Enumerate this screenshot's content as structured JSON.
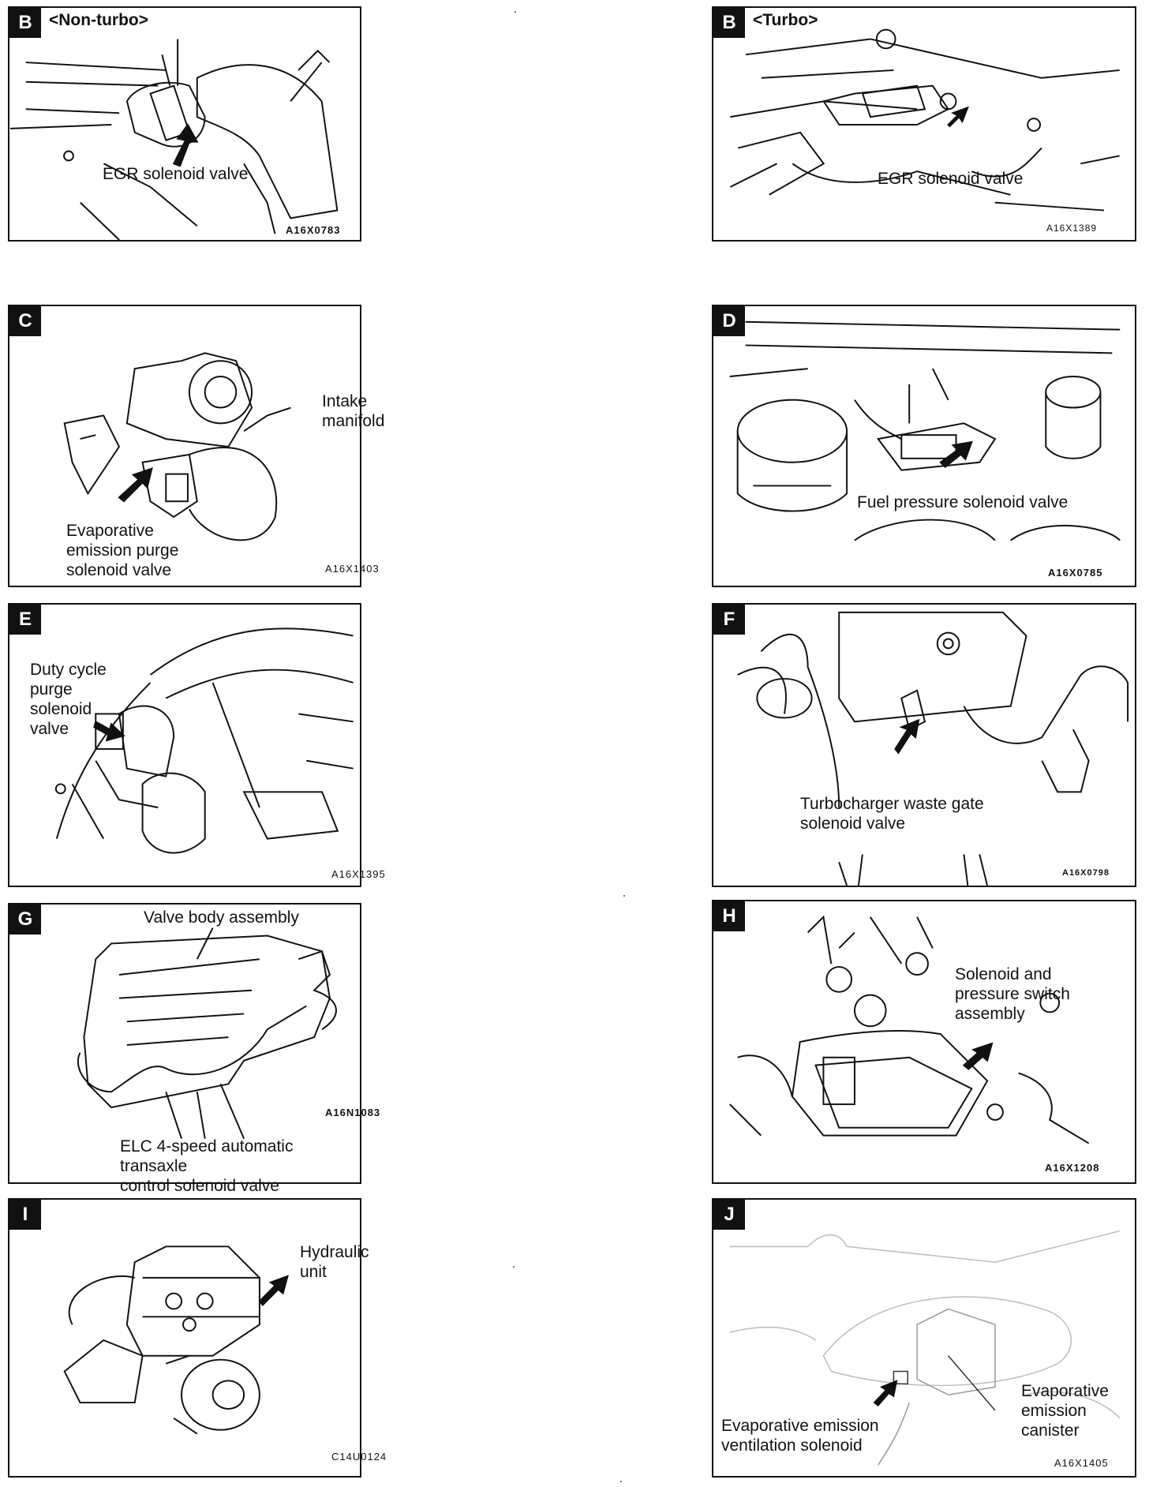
{
  "panels": {
    "b_nonturbo": {
      "letter": "B",
      "subtitle": "<Non-turbo>",
      "label": "EGR solenoid valve",
      "code": "A16X0783"
    },
    "b_turbo": {
      "letter": "B",
      "subtitle": "<Turbo>",
      "label": "EGR solenoid valve",
      "code": "A16X1389"
    },
    "c": {
      "letter": "C",
      "label_intake": "Intake\nmanifold",
      "label": "Evaporative\nemission purge\nsolenoid valve",
      "code": "A16X1403"
    },
    "d": {
      "letter": "D",
      "label": "Fuel pressure solenoid valve",
      "code": "A16X0785"
    },
    "e": {
      "letter": "E",
      "label": "Duty cycle\npurge\nsolenoid\nvalve",
      "code": "A16X1395"
    },
    "f": {
      "letter": "F",
      "label": "Turbocharger  waste  gate\nsolenoid valve",
      "code": "A16X0798"
    },
    "g": {
      "letter": "G",
      "label_top": "Valve body assembly",
      "label": "ELC 4-speed automatic transaxle\ncontrol solenoid valve",
      "code": "A16N1083"
    },
    "h": {
      "letter": "H",
      "label": "Solenoid     and\npressure switch\nassembly",
      "code": "A16X1208"
    },
    "i": {
      "letter": "I",
      "label": "Hydraulic\nunit",
      "code": "C14U0124"
    },
    "j": {
      "letter": "J",
      "label_canister": "Evaporative\nemission\ncanister",
      "label": "Evaporative emission\nventilation solenoid",
      "code": "A16X1405"
    }
  }
}
